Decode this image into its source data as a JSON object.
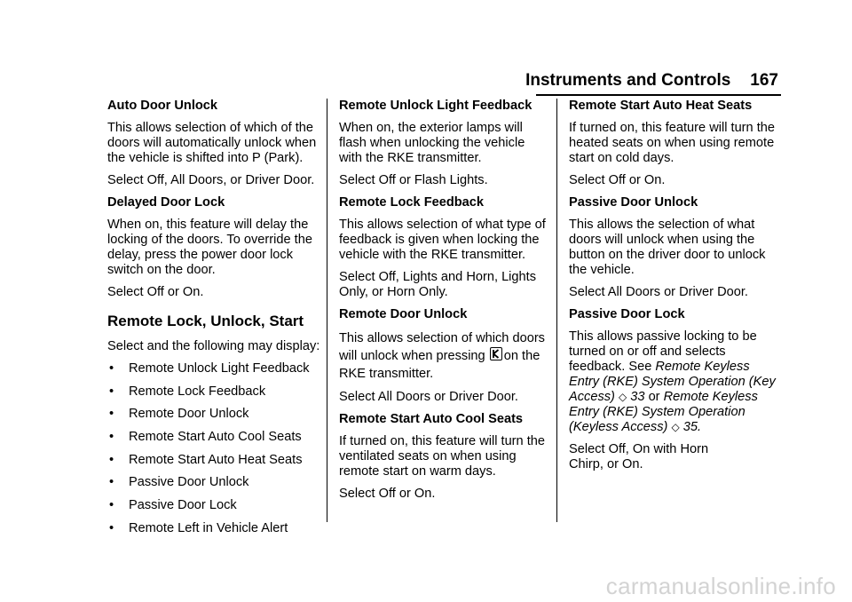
{
  "header": {
    "title": "Instruments and Controls",
    "page_number": "167"
  },
  "col1": {
    "auto_door_unlock_heading": "Auto Door Unlock",
    "auto_door_unlock_desc": "This allows selection of which of the doors will automatically unlock when the vehicle is shifted into P (Park).",
    "auto_door_unlock_select": "Select Off, All Doors, or Driver Door.",
    "delayed_door_lock_heading": "Delayed Door Lock",
    "delayed_door_lock_desc": "When on, this feature will delay the locking of the doors. To override the delay, press the power door lock switch on the door.",
    "delayed_door_lock_select": "Select Off or On.",
    "section_title": "Remote Lock, Unlock, Start",
    "section_intro": "Select and the following may display:",
    "bullet": "•",
    "items": [
      "Remote Unlock Light Feedback",
      "Remote Lock Feedback",
      "Remote Door Unlock",
      "Remote Start Auto Cool Seats",
      "Remote Start Auto Heat Seats",
      "Passive Door Unlock",
      "Passive Door Lock",
      "Remote Left in Vehicle Alert"
    ]
  },
  "col2": {
    "rulf_heading": "Remote Unlock Light Feedback",
    "rulf_desc": "When on, the exterior lamps will flash when unlocking the vehicle with the RKE transmitter.",
    "rulf_select": "Select Off or Flash Lights.",
    "rlf_heading": "Remote Lock Feedback",
    "rlf_desc": "This allows selection of what type of feedback is given when locking the vehicle with the RKE transmitter.",
    "rlf_select": "Select Off, Lights and Horn, Lights Only, or Horn Only.",
    "rdu_heading": "Remote Door Unlock",
    "rdu_desc_a": "This allows selection of which doors will unlock when pressing",
    "rdu_desc_b": "on the RKE transmitter.",
    "rdu_select": "Select All Doors or Driver Door.",
    "rsacs_heading": "Remote Start Auto Cool Seats",
    "rsacs_desc": "If turned on, this feature will turn the ventilated seats on when using remote start on warm days.",
    "rsacs_select": "Select Off or On."
  },
  "col3": {
    "rsahs_heading": "Remote Start Auto Heat Seats",
    "rsahs_desc": "If turned on, this feature will turn the heated seats on when using remote start on cold days.",
    "rsahs_select": "Select Off or On.",
    "pdu_heading": "Passive Door Unlock",
    "pdu_desc": "This allows the selection of what doors will unlock when using the button on the driver door to unlock the vehicle.",
    "pdu_select": "Select All Doors or Driver Door.",
    "pdl_heading": "Passive Door Lock",
    "pdl_desc_a": "This allows passive locking to be turned on or off and selects feedback. See",
    "pdl_ref1": "Remote Keyless Entry (RKE) System Operation (Key Access)",
    "pdl_arrow": "◇",
    "pdl_page1": "33",
    "pdl_or": "or",
    "pdl_ref2": "Remote Keyless Entry (RKE) System Operation (Keyless Access)",
    "pdl_page2": "35.",
    "pdl_select": "Select Off, On with Horn Chirp, or On."
  },
  "icons": {
    "remote_start": "remote-start-icon"
  },
  "watermark": "carmanualsonline.info"
}
